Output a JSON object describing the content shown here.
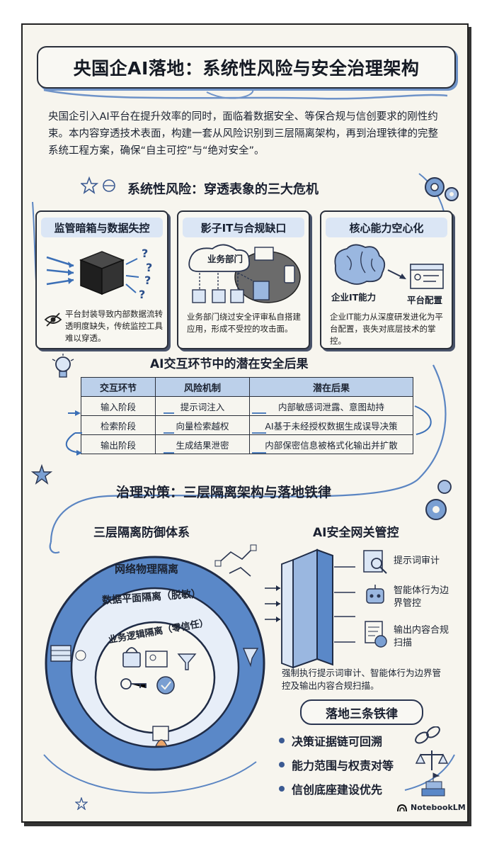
{
  "title": "央国企AI落地：系统性风险与安全治理架构",
  "intro": "央国企引入AI平台在提升效率的同时，面临着数据安全、等保合规与信创要求的刚性约束。本内容穿透技术表面，构建一套从风险识别到三层隔离架构，再到治理铁律的完整系统工程方案，确保“自主可控”与“绝对安全”。",
  "risks_section": {
    "title": "系统性风险：穿透表象的三大危机",
    "cards": [
      {
        "title": "监管暗箱与数据失控",
        "desc": "平台封装导致内部数据流转透明度缺失，传统监控工具难以穿透。"
      },
      {
        "title": "影子IT与合规缺口",
        "label": "业务部门",
        "desc": "业务部门绕过安全评审私自搭建应用，形成不受控的攻击面。"
      },
      {
        "title": "核心能力空心化",
        "label_left": "企业IT能力",
        "label_right": "平台配置",
        "desc": "企业IT能力从深度研发进化为平台配置，丧失对底层技术的掌控。"
      }
    ]
  },
  "table_section": {
    "title": "AI交互环节中的潜在安全后果",
    "headers": [
      "交互环节",
      "风险机制",
      "潜在后果"
    ],
    "rows": [
      [
        "输入阶段",
        "提示词注入",
        "内部敏感词泄露、意图劫持"
      ],
      [
        "检索阶段",
        "向量检索越权",
        "AI基于未经授权数据生成误导决策"
      ],
      [
        "输出阶段",
        "生成结果泄密",
        "内部保密信息被格式化输出并扩散"
      ]
    ]
  },
  "governance_title": "治理对策：三层隔离架构与落地铁律",
  "defense": {
    "title": "三层隔离防御体系",
    "rings": [
      "网络物理隔离",
      "数据平面隔离（脱敏）",
      "业务逻辑隔离（零信任）"
    ]
  },
  "gateway": {
    "title": "AI安全网关管控",
    "items": [
      "提示词审计",
      "智能体行为边界管控",
      "输出内容合规扫描"
    ],
    "desc": "强制执行提示词审计、智能体行为边界管控及输出内容合规扫描。"
  },
  "rules": {
    "title": "落地三条铁律",
    "items": [
      "决策证据链可回溯",
      "能力范围与权责对等",
      "信创底座建设优先"
    ]
  },
  "brand": "NotebookLM",
  "colors": {
    "accent": "#3b6fb6",
    "panel": "#dbe6f5",
    "ring": "#4f80c2",
    "paper": "#f7f5ee"
  }
}
